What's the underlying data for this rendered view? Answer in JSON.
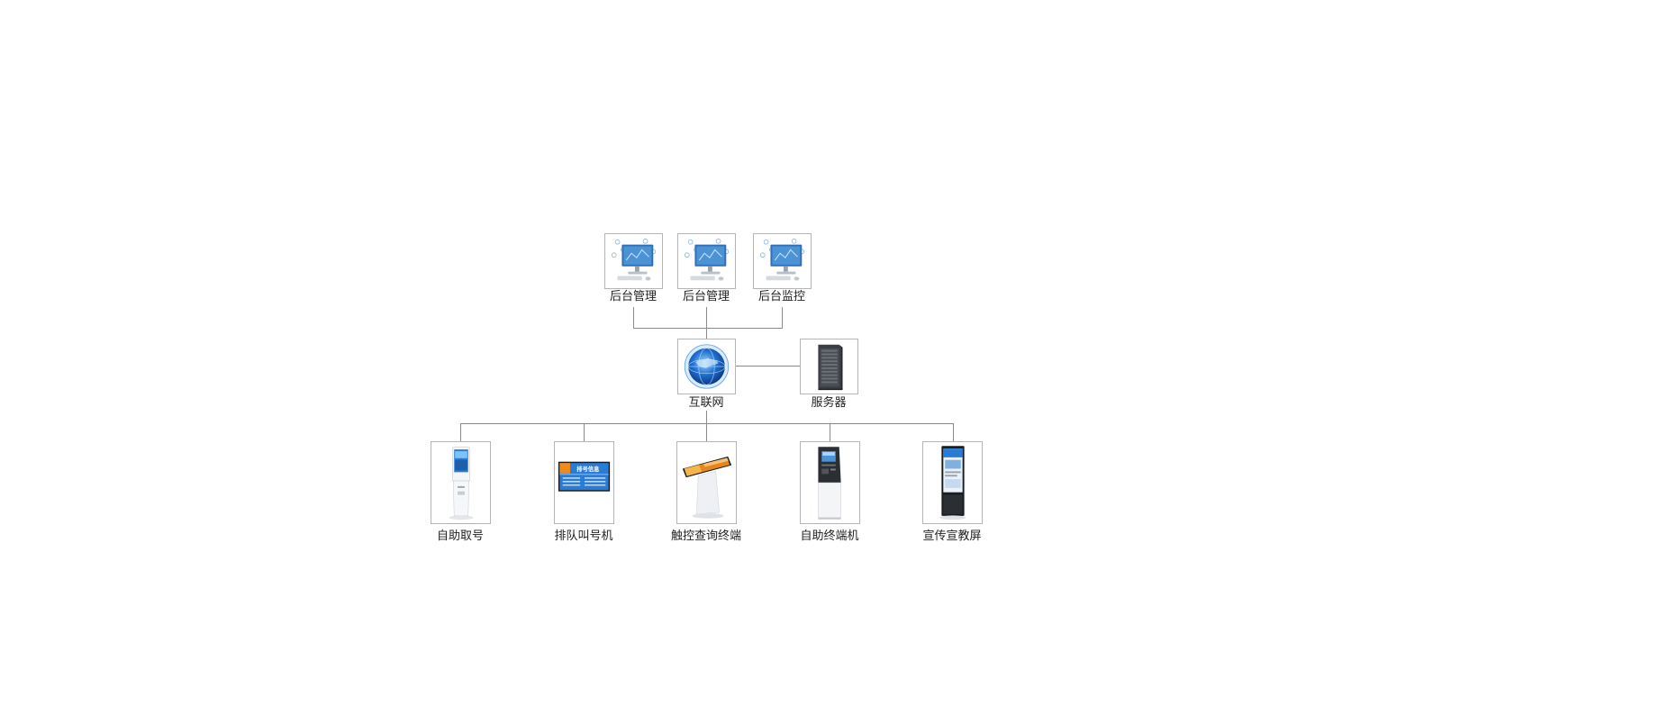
{
  "admin_nodes": [
    {
      "label": "后台管理",
      "icon": "monitor-icon"
    },
    {
      "label": "后台管理",
      "icon": "monitor-icon"
    },
    {
      "label": "后台监控",
      "icon": "monitor-icon"
    }
  ],
  "hub": {
    "label": "互联网",
    "icon": "globe-icon"
  },
  "server": {
    "label": "服务器",
    "icon": "server-rack-icon"
  },
  "terminals": [
    {
      "label": "自助取号",
      "icon": "ticket-kiosk-icon"
    },
    {
      "label": "排队叫号机",
      "icon": "queue-display-icon",
      "screen_text": "排号信息"
    },
    {
      "label": "触控查询终端",
      "icon": "touch-query-terminal-icon"
    },
    {
      "label": "自助终端机",
      "icon": "self-service-terminal-icon"
    },
    {
      "label": "宣传宣教屏",
      "icon": "advertising-screen-icon"
    }
  ],
  "colors": {
    "line": "#8a8a8a",
    "border": "#b5b5b5",
    "globe": "#1f6fd1",
    "screen": "#2a7bd4",
    "orange": "#f08a1c"
  }
}
